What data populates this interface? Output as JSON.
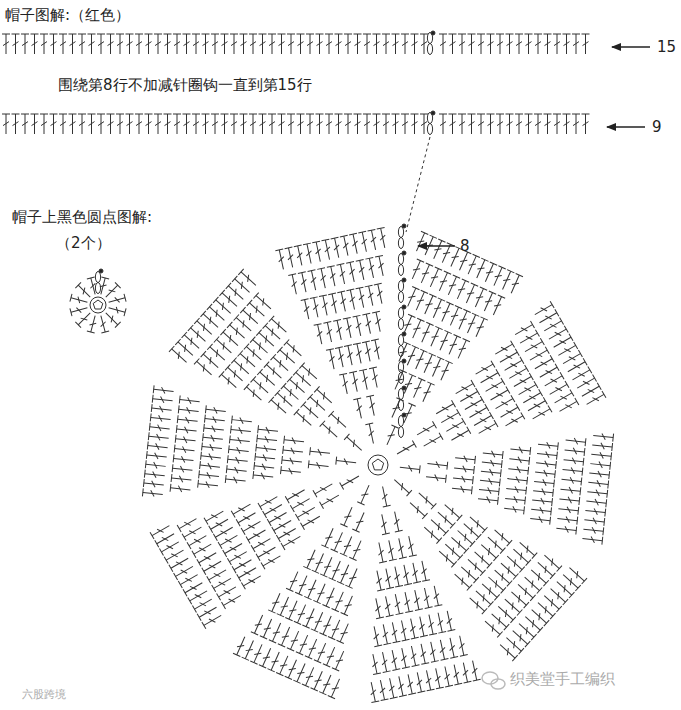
{
  "diagram": {
    "title": "帽子图解:（红色）",
    "labels": [
      "15",
      "围绕第8行不加减针圈钩一直到第15行",
      "9",
      "帽子上黑色圆点图解:",
      "（2个）",
      "8",
      "织美堂手工编织",
      "六股跨境"
    ]
  }
}
